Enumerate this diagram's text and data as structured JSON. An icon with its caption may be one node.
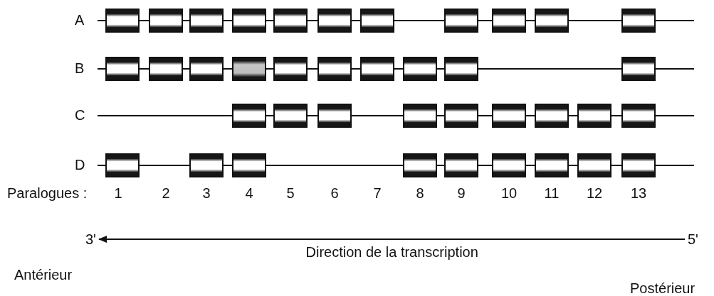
{
  "diagram": {
    "nodes": [
      {
        "text": [],
        "shape": "box"
      },
      {
        "text": [],
        "shape": "box"
      },
      {
        "text": [],
        "shape": "box"
      },
      {
        "text": [],
        "shape": "box"
      },
      {
        "text": [],
        "shape": "box"
      },
      {
        "text": [],
        "shape": "box"
      },
      {
        "text": [],
        "shape": "box"
      },
      {
        "text": [],
        "shape": "box"
      },
      {
        "text": [],
        "shape": "box"
      },
      {
        "text": [],
        "shape": "box"
      },
      {
        "text": [],
        "shape": "box"
      },
      {
        "text": [],
        "shape": "box"
      },
      {
        "text": [],
        "shape": "box"
      },
      {
        "text": [],
        "shape": "box"
      },
      {
        "text": [],
        "shape": "box"
      },
      {
        "text": [],
        "shape": "box"
      },
      {
        "text": [],
        "shape": "box"
      },
      {
        "text": [],
        "shape": "box"
      },
      {
        "text": [],
        "shape": "box"
      },
      {
        "text": [],
        "shape": "box"
      },
      {
        "text": [],
        "shape": "box"
      },
      {
        "text": [],
        "shape": "box"
      },
      {
        "text": [],
        "shape": "box"
      },
      {
        "text": [],
        "shape": "box"
      },
      {
        "text": [],
        "shape": "box"
      },
      {
        "text": [],
        "shape": "box"
      },
      {
        "text": [],
        "shape": "box"
      },
      {
        "text": [],
        "shape": "box"
      },
      {
        "text": [],
        "shape": "box"
      },
      {
        "text": [],
        "shape": "box"
      },
      {
        "text": [],
        "shape": "box"
      },
      {
        "text": [],
        "shape": "box"
      },
      {
        "text": [],
        "shape": "box"
      },
      {
        "text": [],
        "shape": "box"
      },
      {
        "text": [],
        "shape": "box"
      },
      {
        "text": [],
        "shape": "box"
      },
      {
        "text": [],
        "shape": "box"
      },
      {
        "text": [],
        "shape": "box"
      },
      {
        "text": [],
        "shape": "box"
      },
      {
        "text": [
          "3'"
        ]
      },
      {
        "text": [
          "5'"
        ]
      }
    ],
    "edges": [
      {
        "from": 40,
        "to": 39,
        "arrow": "to",
        "label": "Direction de la transcription"
      }
    ],
    "labels": [
      "A",
      "B",
      "C",
      "D",
      "Paralogues :",
      "1",
      "2",
      "3",
      "4",
      "5",
      "6",
      "7",
      "8",
      "9",
      "10",
      "11",
      "12",
      "13",
      "Antérieur",
      "Postérieur"
    ]
  }
}
